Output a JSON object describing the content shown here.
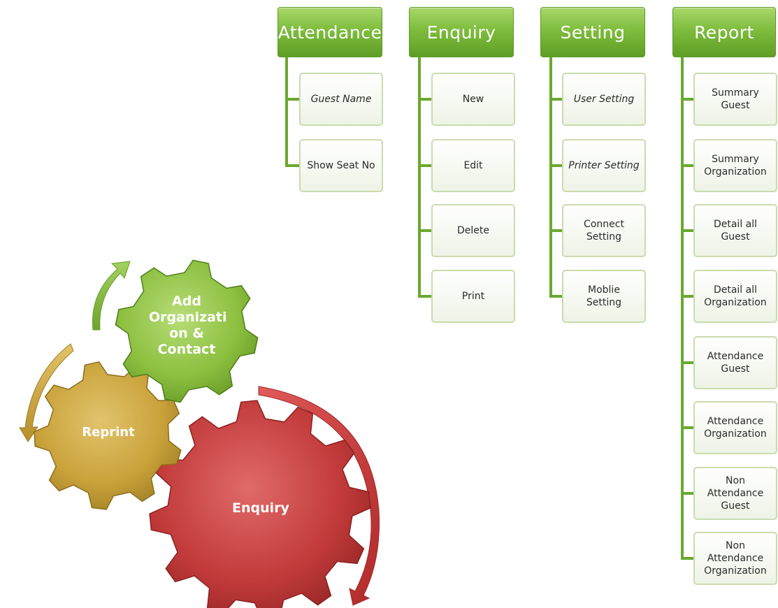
{
  "menu": {
    "attendance": {
      "title": "Attendance",
      "items": [
        "Guest Name",
        "Show Seat No"
      ]
    },
    "enquiry": {
      "title": "Enquiry",
      "items": [
        "New",
        "Edit",
        "Delete",
        "Print"
      ]
    },
    "setting": {
      "title": "Setting",
      "items": [
        "User Setting",
        "Printer Setting",
        "Connect\nSetting",
        "Moblie\nSetting"
      ]
    },
    "report": {
      "title": "Report",
      "items": [
        "Summary\nGuest",
        "Summary\nOrganization",
        "Detail all\nGuest",
        "Detail all\nOrganization",
        "Attendance\nGuest",
        "Attendance\nOrganization",
        "Non\nAttendance\nGuest",
        "Non\nAttendance\nOrganization"
      ]
    }
  },
  "cycle": {
    "add_organization": "Add\nOrganizati\non &\nContact",
    "reprint": "Reprint",
    "enquiry": "Enquiry"
  },
  "colors": {
    "header_green": "#7ebd3d",
    "connector_green": "#6aa82f",
    "item_border": "#c9dcae",
    "gear_green": "#8cbf3f",
    "gear_gold": "#c9a23a",
    "gear_red": "#c23a3a"
  }
}
